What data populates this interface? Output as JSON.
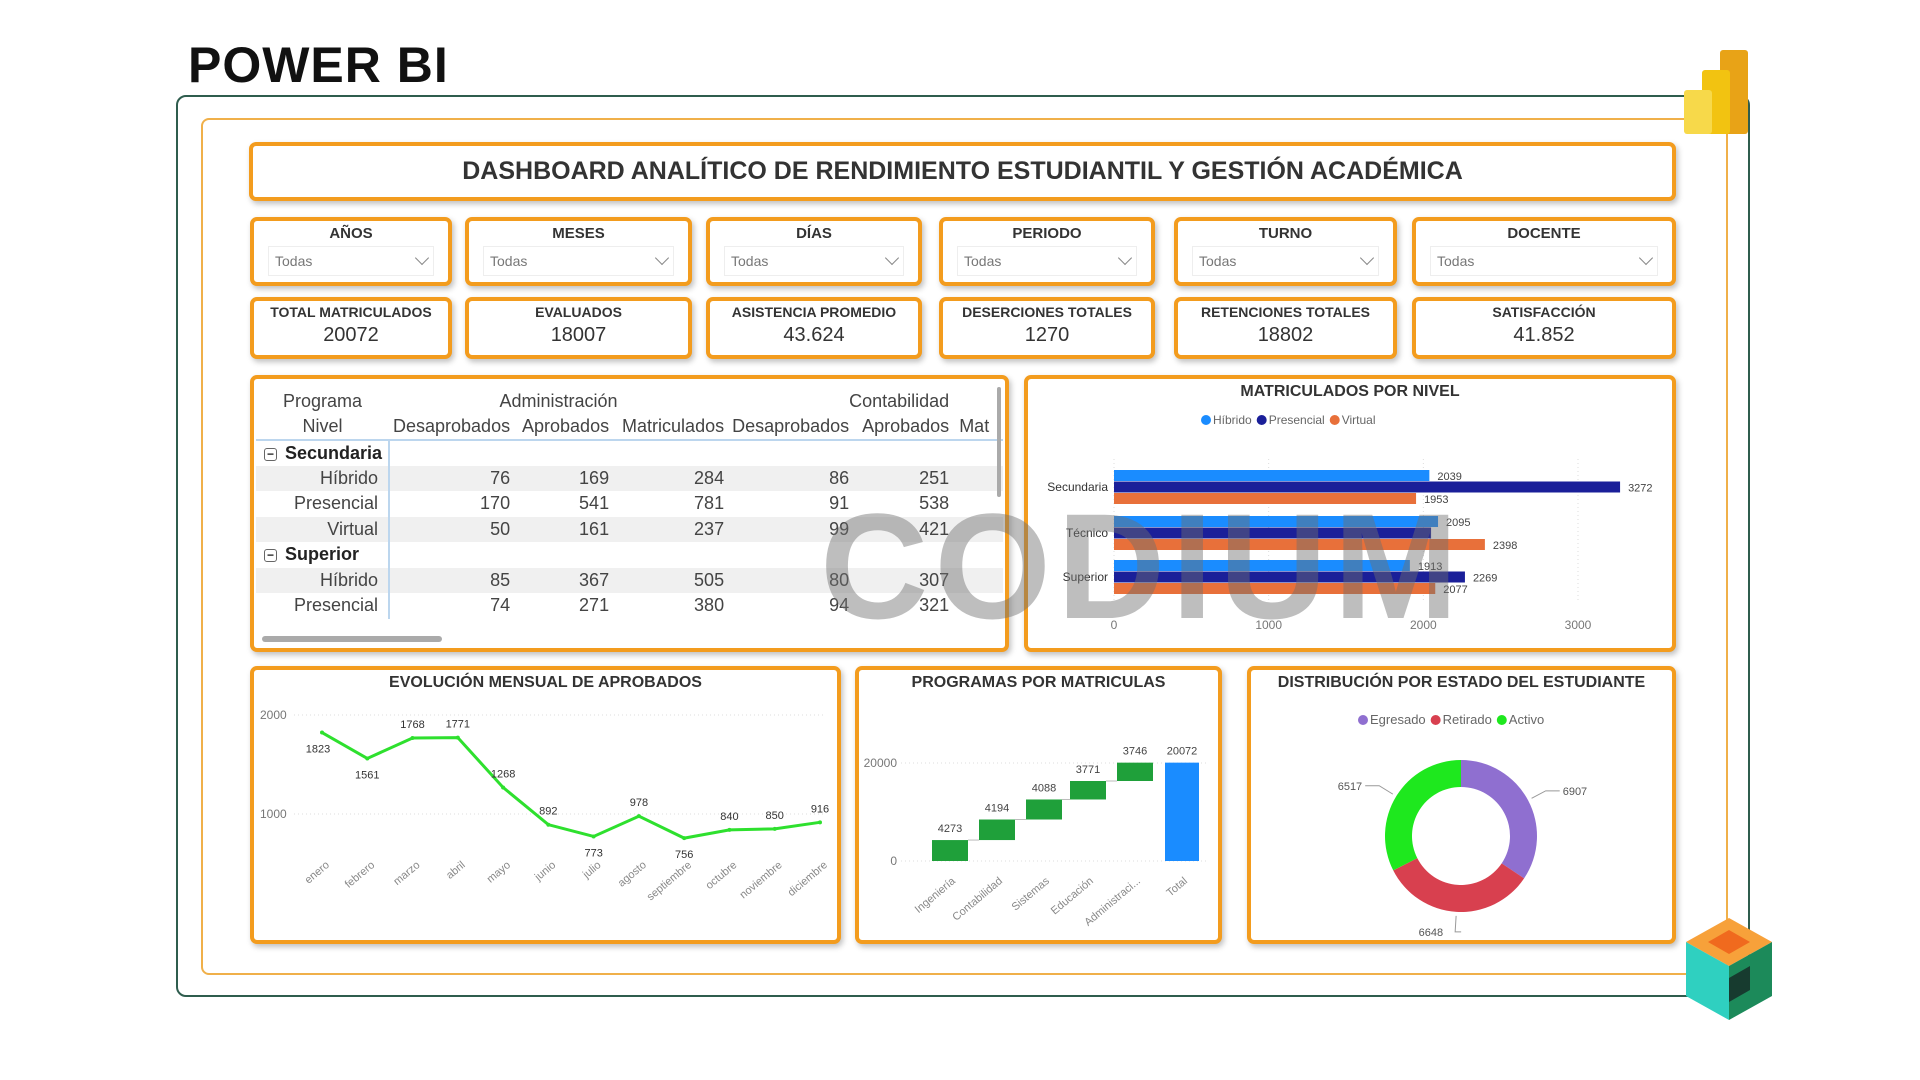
{
  "brand_title": "POWER BI",
  "dashboard_title": "DASHBOARD ANALÍTICO DE RENDIMIENTO ESTUDIANTIL Y GESTIÓN ACADÉMICA",
  "watermark": "CODIUM",
  "slicers": [
    {
      "label": "AÑOS",
      "value": "Todas"
    },
    {
      "label": "MESES",
      "value": "Todas"
    },
    {
      "label": "DÍAS",
      "value": "Todas"
    },
    {
      "label": "PERIODO",
      "value": "Todas"
    },
    {
      "label": "TURNO",
      "value": "Todas"
    },
    {
      "label": "DOCENTE",
      "value": "Todas"
    }
  ],
  "kpis": [
    {
      "label": "TOTAL MATRICULADOS",
      "value": "20072"
    },
    {
      "label": "EVALUADOS",
      "value": "18007"
    },
    {
      "label": "ASISTENCIA PROMEDIO",
      "value": "43.624"
    },
    {
      "label": "DESERCIONES TOTALES",
      "value": "1270"
    },
    {
      "label": "RETENCIONES TOTALES",
      "value": "18802"
    },
    {
      "label": "SATISFACCIÓN",
      "value": "41.852"
    }
  ],
  "matrix": {
    "row_header_1": "Programa",
    "row_header_2": "Nivel",
    "programs": [
      "Administración",
      "Contabilidad"
    ],
    "columns": [
      "Desaprobados",
      "Aprobados",
      "Matriculados",
      "Desaprobados",
      "Aprobados",
      "Mat"
    ],
    "groups": [
      {
        "name": "Secundaria",
        "rows": [
          {
            "label": "Híbrido",
            "values": [
              "76",
              "169",
              "284",
              "86",
              "251"
            ]
          },
          {
            "label": "Presencial",
            "values": [
              "170",
              "541",
              "781",
              "91",
              "538"
            ]
          },
          {
            "label": "Virtual",
            "values": [
              "50",
              "161",
              "237",
              "99",
              "421"
            ]
          }
        ]
      },
      {
        "name": "Superior",
        "rows": [
          {
            "label": "Híbrido",
            "values": [
              "85",
              "367",
              "505",
              "80",
              "307"
            ]
          },
          {
            "label": "Presencial",
            "values": [
              "74",
              "271",
              "380",
              "94",
              "321"
            ]
          }
        ]
      }
    ]
  },
  "chart_data": [
    {
      "type": "bar",
      "orientation": "horizontal",
      "title": "MATRICULADOS POR NIVEL",
      "legend_position": "top",
      "categories": [
        "Secundaria",
        "Técnico",
        "Superior"
      ],
      "series": [
        {
          "name": "Híbrido",
          "color": "#1a8cff",
          "values": [
            2039,
            2095,
            1913
          ]
        },
        {
          "name": "Presencial",
          "color": "#1a1f99",
          "values": [
            3272,
            2050,
            2269
          ]
        },
        {
          "name": "Virtual",
          "color": "#e8703a",
          "values": [
            1953,
            2398,
            2077
          ]
        }
      ],
      "data_labels": [
        [
          "2039",
          "2095",
          "1913"
        ],
        [
          "3272",
          "",
          "2269"
        ],
        [
          "1953",
          "2398",
          "2077"
        ]
      ],
      "xticks": [
        "0",
        "1000",
        "2000",
        "3000"
      ],
      "xlim": [
        0,
        3000
      ],
      "grid": true
    },
    {
      "type": "line",
      "title": "EVOLUCIÓN MENSUAL DE APROBADOS",
      "color": "#2ee02e",
      "categories": [
        "enero",
        "febrero",
        "marzo",
        "abril",
        "mayo",
        "junio",
        "julio",
        "agosto",
        "septiembre",
        "octubre",
        "noviembre",
        "diciembre"
      ],
      "values": [
        1823,
        1561,
        1768,
        1771,
        1268,
        892,
        773,
        978,
        756,
        840,
        850,
        916
      ],
      "yticks": [
        "1000",
        "2000"
      ],
      "grid": true
    },
    {
      "type": "bar",
      "subtype": "waterfall",
      "title": "PROGRAMAS POR MATRICULAS",
      "categories": [
        "Ingeniería",
        "Contabilidad",
        "Sistemas",
        "Educación",
        "Administraci...",
        "Total"
      ],
      "values": [
        4273,
        4194,
        4088,
        3771,
        3746,
        20072
      ],
      "increase_color": "#1fa03a",
      "total_color": "#1a8cff",
      "yticks": [
        "0",
        "20000"
      ],
      "ylim": [
        0,
        20000
      ]
    },
    {
      "type": "pie",
      "subtype": "donut",
      "title": "DISTRIBUCIÓN POR ESTADO DEL ESTUDIANTE",
      "legend_position": "top",
      "categories": [
        "Egresado",
        "Retirado",
        "Activo"
      ],
      "values": [
        6907,
        6648,
        6517
      ],
      "colors": [
        "#8f6fd0",
        "#d8404f",
        "#1ee81e"
      ]
    }
  ]
}
